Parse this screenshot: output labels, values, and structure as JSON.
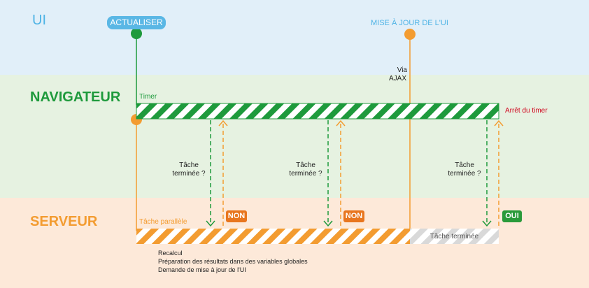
{
  "lanes": {
    "ui": "UI",
    "navigator": "NAVIGATEUR",
    "server": "SERVEUR"
  },
  "ui_events": {
    "refresh_button": "ACTUALISER",
    "ui_update": "MISE À JOUR DE L'UI"
  },
  "navigator": {
    "timer_label": "Timer",
    "via_ajax_line1": "Via",
    "via_ajax_line2": "AJAX",
    "timer_stop": "Arrêt du timer",
    "checks": [
      {
        "line1": "Tâche",
        "line2": "terminée ?",
        "answer": "NON"
      },
      {
        "line1": "Tâche",
        "line2": "terminée ?",
        "answer": "NON"
      },
      {
        "line1": "Tâche",
        "line2": "terminée ?",
        "answer": "OUI"
      }
    ]
  },
  "server": {
    "parallel_task_label": "Tâche parallèle",
    "task_done_label": "Tâche terminée",
    "steps": [
      "Recalcul",
      "Préparation des résultats dans des variables globales",
      "Demande de mise à jour de l'UI"
    ]
  },
  "colors": {
    "ui_blue": "#4eb3e5",
    "green": "#1e9a3c",
    "orange": "#f39c31",
    "red": "#d0021b",
    "no_badge": "#e8761f",
    "yes_badge": "#2a9a3a"
  }
}
